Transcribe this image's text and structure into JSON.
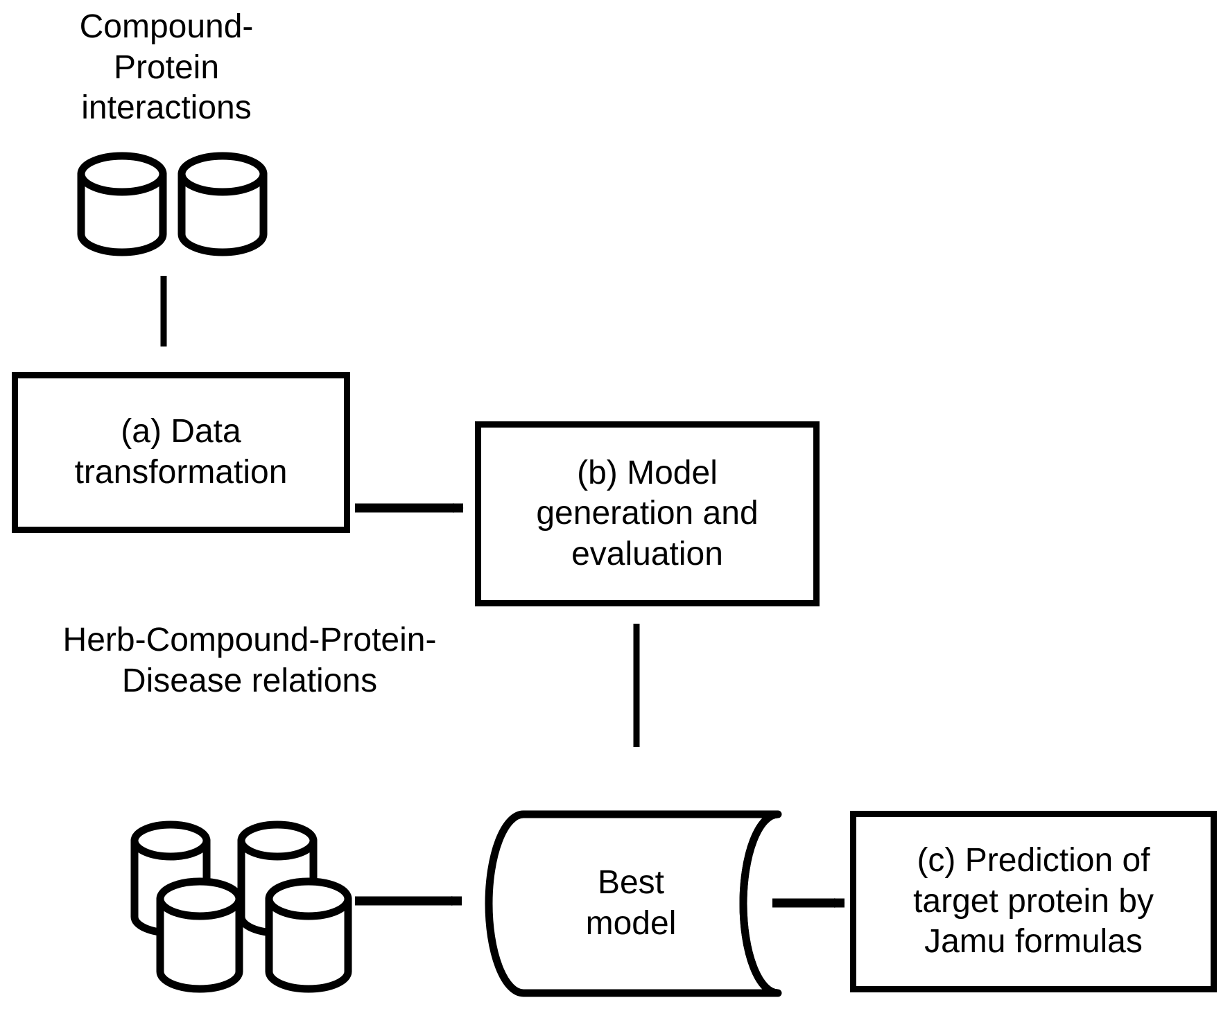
{
  "figure": {
    "type": "flowchart",
    "background_color": "#ffffff",
    "stroke_color": "#000000",
    "nodes": [
      {
        "id": "cpi-datastore",
        "kind": "database-cylinders",
        "count": 2,
        "label": "Compound-\nProtein\ninteractions"
      },
      {
        "id": "step-a",
        "kind": "process-box",
        "label": "(a) Data\ntransformation"
      },
      {
        "id": "step-b",
        "kind": "process-box",
        "label": "(b) Model\ngeneration and\nevaluation"
      },
      {
        "id": "hcpd-datastore",
        "kind": "database-cylinders",
        "count": 4,
        "label": "Herb-Compound-Protein-\nDisease relations"
      },
      {
        "id": "best-model",
        "kind": "horizontal-cylinder",
        "label": "Best\nmodel"
      },
      {
        "id": "step-c",
        "kind": "process-box",
        "label": "(c) Prediction of\ntarget protein by\nJamu formulas"
      }
    ],
    "edges": [
      {
        "from": "cpi-datastore",
        "to": "step-a",
        "direction": "down"
      },
      {
        "from": "step-a",
        "to": "step-b",
        "direction": "right"
      },
      {
        "from": "step-b",
        "to": "best-model",
        "direction": "down"
      },
      {
        "from": "hcpd-datastore",
        "to": "best-model",
        "direction": "right"
      },
      {
        "from": "best-model",
        "to": "step-c",
        "direction": "right"
      }
    ]
  },
  "labels": {
    "compound_protein_interactions": "Compound-\nProtein\ninteractions",
    "herb_compound_protein_disease": "Herb-Compound-Protein-\nDisease relations",
    "step_a": "(a) Data\ntransformation",
    "step_b": "(b) Model\ngeneration and\nevaluation",
    "best_model": "Best\nmodel",
    "step_c": "(c) Prediction of\ntarget protein by\nJamu formulas"
  }
}
